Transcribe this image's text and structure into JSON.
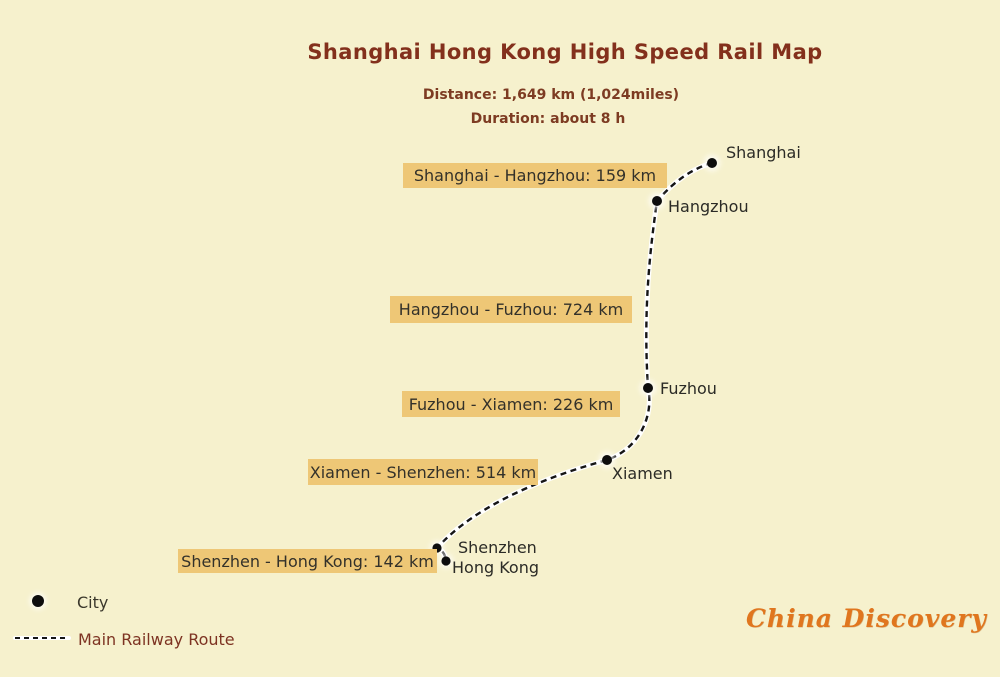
{
  "title": "Shanghai Hong Kong High Speed Rail Map",
  "summary": {
    "distance": "Distance: 1,649 km (1,024miles)",
    "duration": "Duration: about 8 h"
  },
  "map": {
    "cities": [
      {
        "name": "Shanghai"
      },
      {
        "name": "Hangzhou"
      },
      {
        "name": "Fuzhou"
      },
      {
        "name": "Xiamen"
      },
      {
        "name": "Shenzhen"
      },
      {
        "name": "Hong Kong"
      }
    ],
    "segments": [
      {
        "from": "Shanghai",
        "to": "Hangzhou",
        "distance_km": 159,
        "label": "Shanghai - Hangzhou: 159 km"
      },
      {
        "from": "Hangzhou",
        "to": "Fuzhou",
        "distance_km": 724,
        "label": "Hangzhou - Fuzhou: 724 km"
      },
      {
        "from": "Fuzhou",
        "to": "Xiamen",
        "distance_km": 226,
        "label": "Fuzhou - Xiamen: 226 km"
      },
      {
        "from": "Xiamen",
        "to": "Shenzhen",
        "distance_km": 514,
        "label": "Xiamen - Shenzhen: 514 km"
      },
      {
        "from": "Shenzhen",
        "to": "Hong Kong",
        "distance_km": 142,
        "label": "Shenzhen - Hong Kong: 142 km"
      }
    ]
  },
  "legend": {
    "city": "City",
    "route": "Main Railway Route"
  },
  "branding": {
    "logo_text": "China Discovery"
  },
  "colors": {
    "background": "#f6f1cd",
    "title_text": "#83301c",
    "subtitle_text": "#7d3b22",
    "label_box_bg": "#eec776",
    "label_box_text": "#33312a",
    "city_label_text": "#2b2b26",
    "route_dash": "#151515",
    "route_casing": "#ffffff",
    "marker": "#0d0d0d",
    "legend_city_text": "#3b382c",
    "legend_route_text": "#7d3322",
    "brand": "#e0761e",
    "bottom_strip": "#ffffff"
  }
}
